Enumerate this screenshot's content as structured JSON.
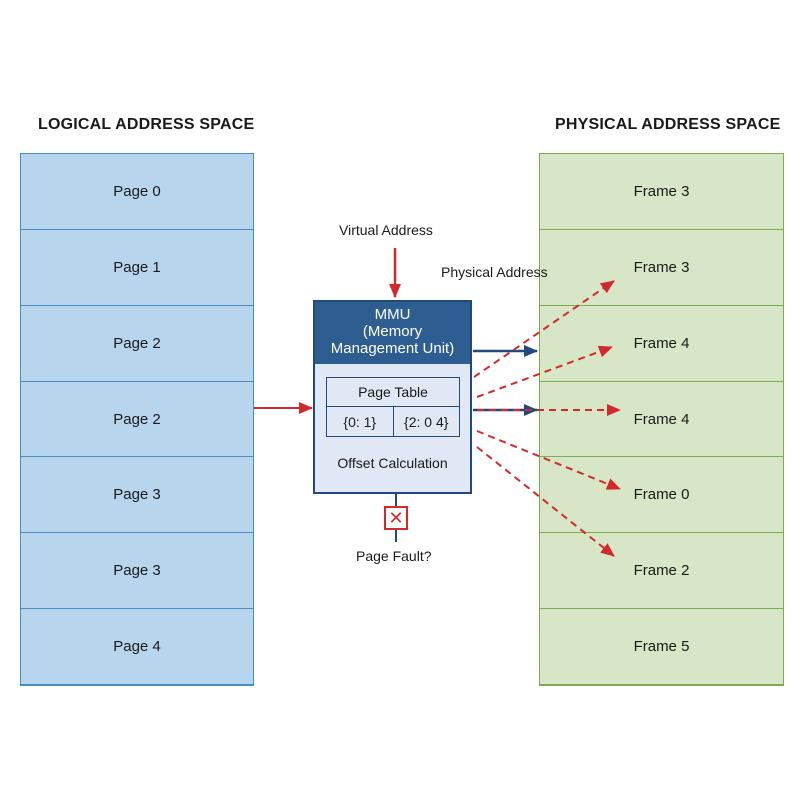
{
  "titles": {
    "logical": "LOGICAL ADDRESS SPACE",
    "physical": "PHYSICAL ADDRESS SPACE"
  },
  "logical_pages": [
    "Page 0",
    "Page 1",
    "Page 2",
    "Page 2",
    "Page 3",
    "Page 3",
    "Page 4"
  ],
  "physical_frames": [
    "Frame 3",
    "Frame 3",
    "Frame 4",
    "Frame 4",
    "Frame 0",
    "Frame 2",
    "Frame 5"
  ],
  "labels": {
    "virtual_address": "Virtual Address",
    "physical_address": "Physical Address",
    "page_fault": "Page Fault?"
  },
  "mmu": {
    "line1": "MMU",
    "line2": "(Memory",
    "line3": "Management Unit)",
    "page_table": {
      "title": "Page Table",
      "entries": [
        "{0: 1}",
        "{2: 0 4}"
      ]
    },
    "offset": "Offset Calculation"
  },
  "icons": {
    "page_fault": "✕"
  },
  "colors": {
    "logical_fill": "#b8d5ee",
    "physical_fill": "#d6e6c6",
    "mmu_header": "#2e5d92",
    "arrow_red": "#d22a2a",
    "arrow_blue": "#22497a"
  }
}
